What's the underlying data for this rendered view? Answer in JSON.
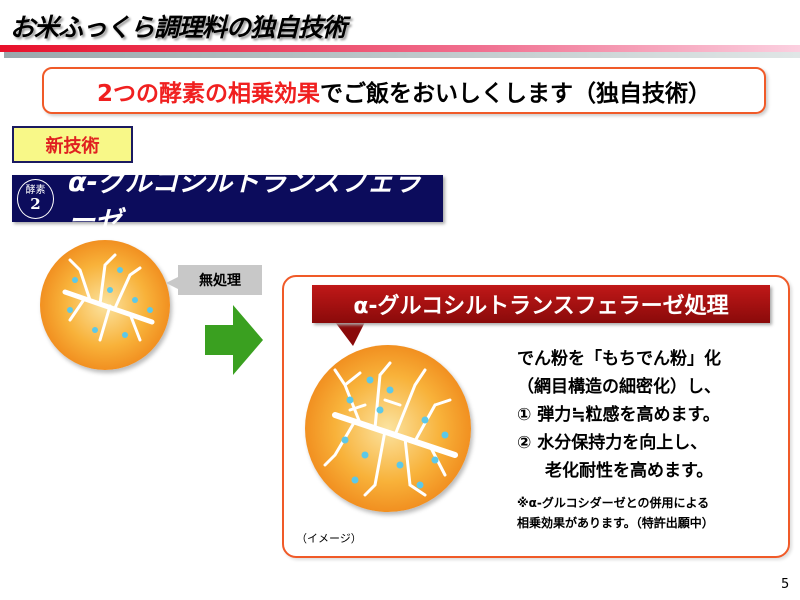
{
  "title": "お米ふっくら調理料の独自技術",
  "headline": {
    "red": "2つの酵素の相乗効果",
    "black": "でご飯をおいしくします（独自技術）"
  },
  "new_tech": "新技術",
  "enzyme_badge": {
    "label": "酵素",
    "number": "2"
  },
  "enzyme_name": "α-グルコシルトランスフェラーゼ",
  "untreated": "無処理",
  "treated": "α-グルコシルトランスフェラーゼ処理",
  "description": [
    "でん粉を「もちでん粉」化",
    "（網目構造の細密化）し、",
    "① 弾力≒粒感を高めます。",
    "② 水分保持力を向上し、",
    "老化耐性を高めます。"
  ],
  "note": [
    "※α-グルコシダーゼとの併用による",
    "相乗効果があります。（特許出願中）"
  ],
  "image_note": "（イメージ）",
  "page_number": "5",
  "colors": {
    "accent": "#f05a28",
    "navy": "#0c0c5c",
    "red": "#c01818",
    "green": "#3aa020"
  }
}
